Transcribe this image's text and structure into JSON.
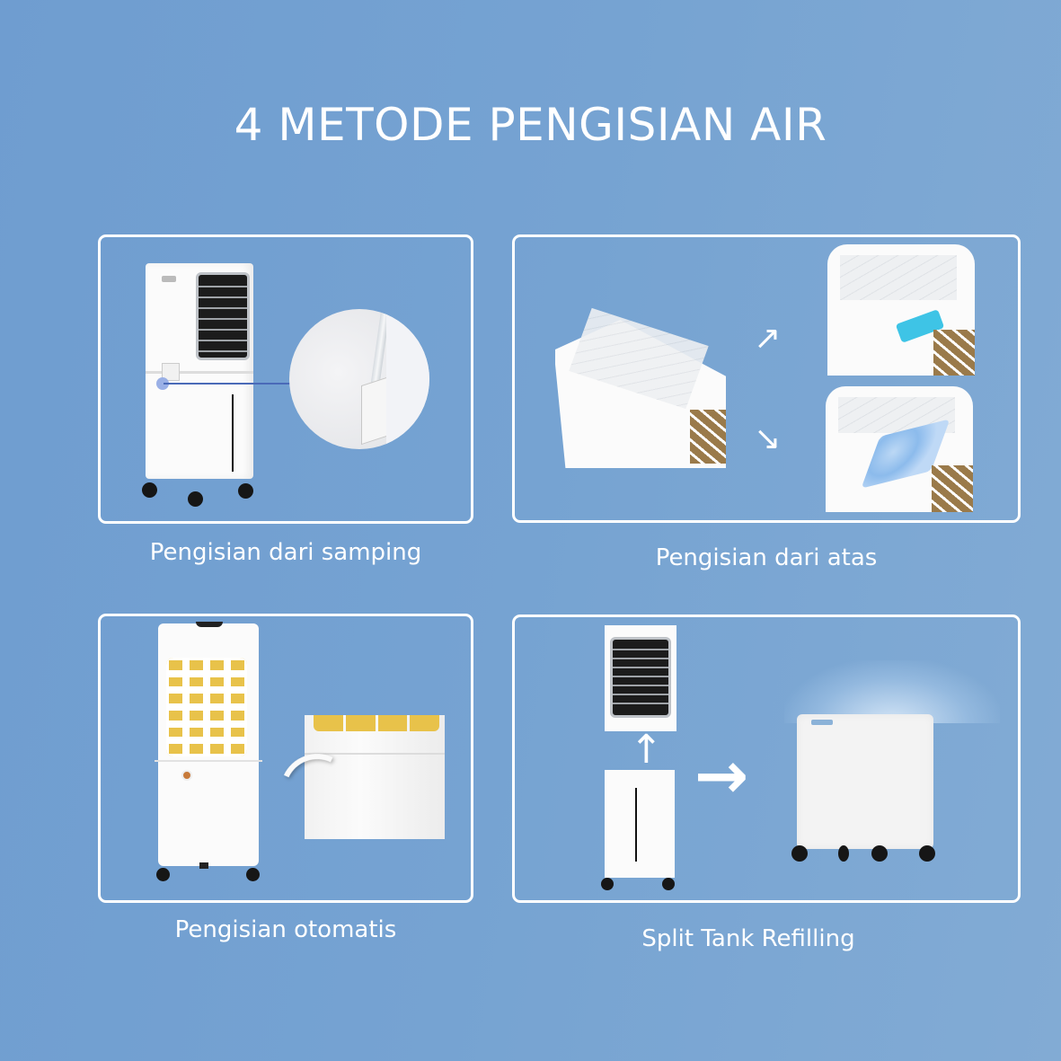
{
  "title": "4 METODE PENGISIAN AIR",
  "colors": {
    "background_left": "#6f9dd0",
    "background_right": "#82abd4",
    "panel_border": "#ffffff",
    "text": "#ffffff",
    "callout_dot": "#9ab0e6",
    "callout_line": "#4a6ab8",
    "ice_pack": "#3ec4e6",
    "honeycomb_pad": "#e8c24a"
  },
  "panels": [
    {
      "id": "side",
      "caption": "Pengisian dari samping",
      "icons": [
        "air-cooler-product",
        "side-fill-zoom-callout"
      ]
    },
    {
      "id": "top",
      "caption": "Pengisian dari atas",
      "icons": [
        "open-top-tank",
        "arrow-right-up-icon",
        "arrow-right-down-icon",
        "ice-pack",
        "ice-cubes"
      ]
    },
    {
      "id": "auto",
      "caption": "Pengisian otomatis",
      "icons": [
        "air-cooler-back-view",
        "water-inlet-hose-closeup"
      ]
    },
    {
      "id": "split",
      "caption": "Split Tank Refilling",
      "icons": [
        "cooler-top-unit",
        "arrow-up-icon",
        "arrow-right-icon",
        "water-tank-splash"
      ]
    }
  ],
  "glyphs": {
    "arrow_right": "→",
    "arrow_up": "↑",
    "arrow_diag_up": "↗",
    "arrow_diag_down": "↘"
  }
}
